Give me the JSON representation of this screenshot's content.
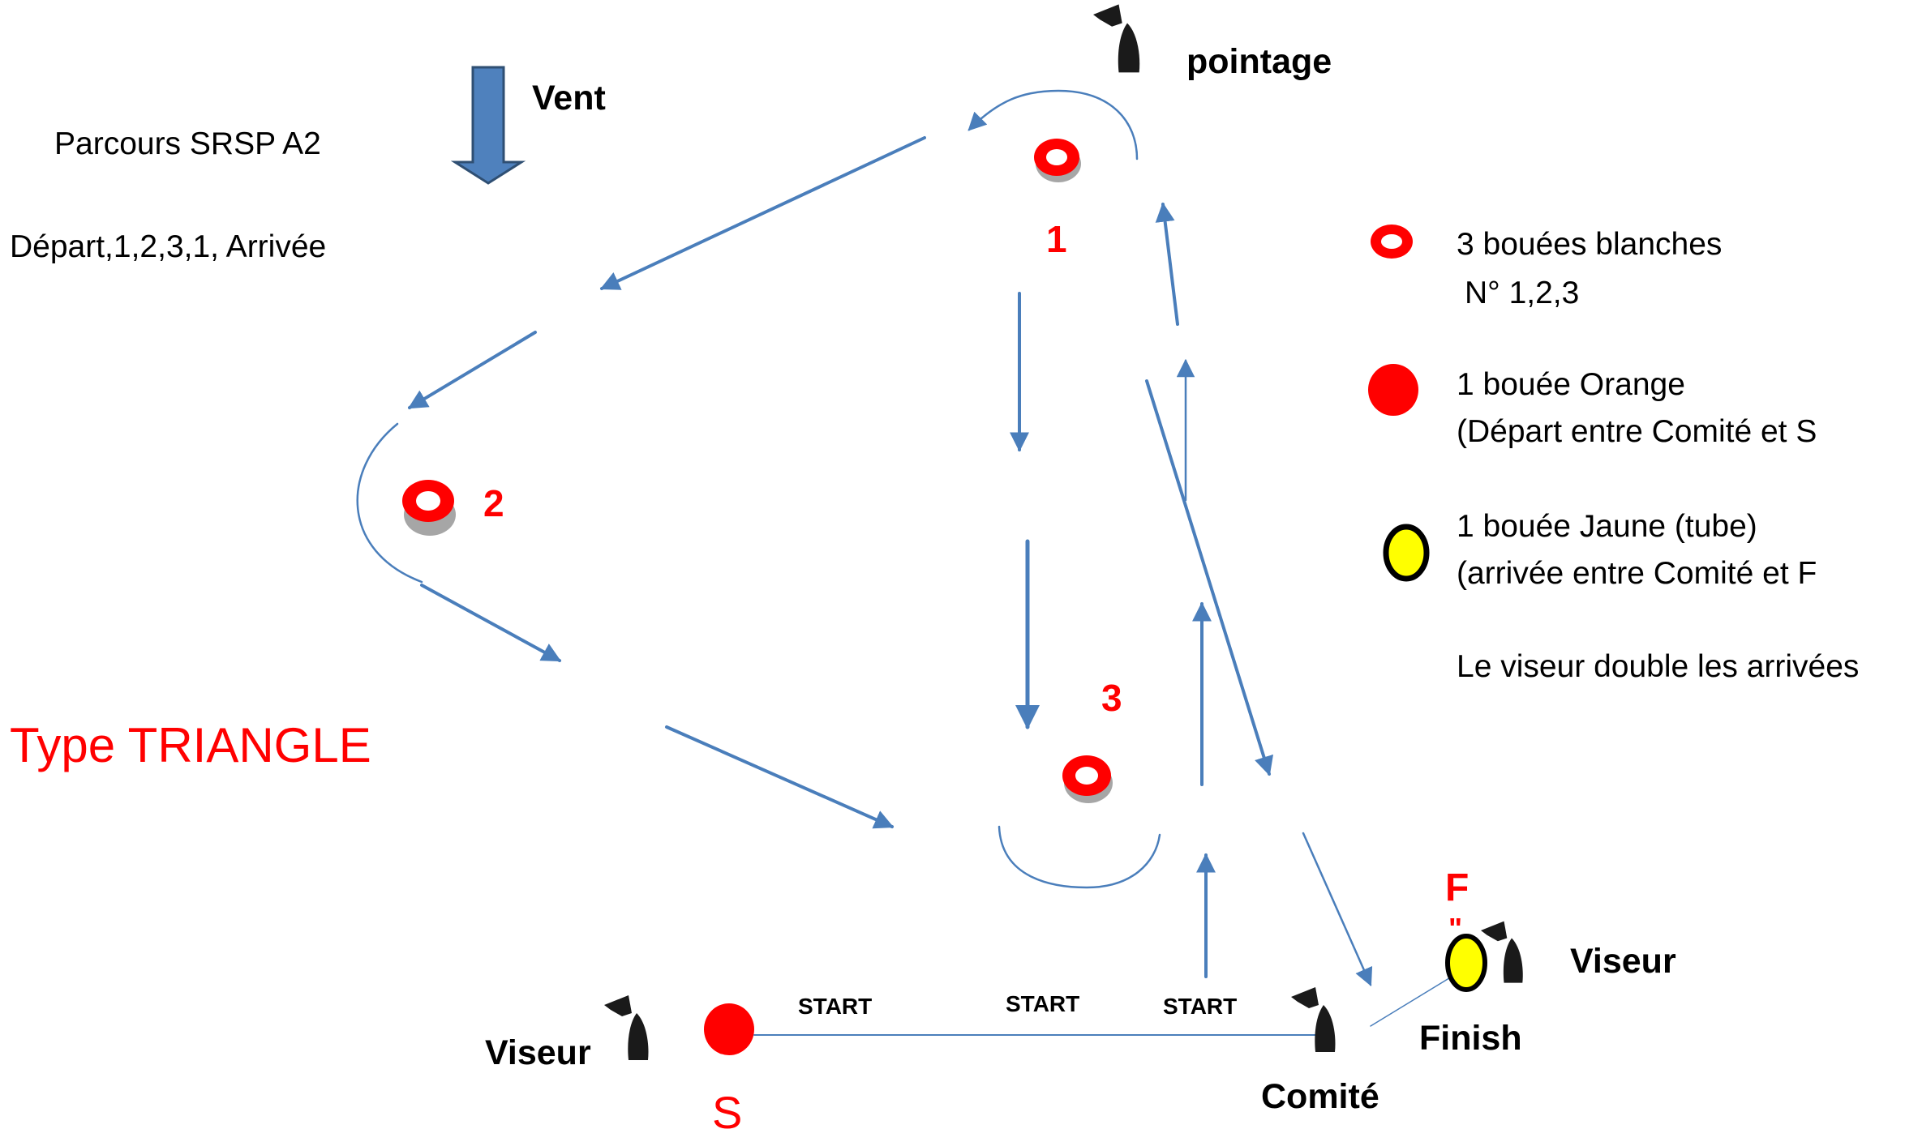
{
  "title": "Parcours SRSP  A2",
  "sequence": "Départ,1,2,3,1, Arrivée",
  "wind_label": "Vent",
  "course_type": "Type TRIANGLE",
  "pointage_label": "pointage",
  "marks": {
    "mark1": "1",
    "mark2": "2",
    "mark3": "3"
  },
  "start_labels": [
    "START",
    "START",
    "START"
  ],
  "start_buoy_label": "S",
  "finish_buoy_label": "F",
  "finish_buoy_quote": "\"",
  "comite_label": "Comité",
  "finish_label": "Finish",
  "viseur_left": "Viseur",
  "viseur_right": "Viseur",
  "legend": {
    "white_buoys": "3 bouées blanches",
    "white_buoys_numbers": "N° 1,2,3",
    "orange_buoy": "1 bouée   Orange",
    "orange_buoy_detail": "(Départ entre Comité et S",
    "yellow_buoy": "1 bouée Jaune (tube)",
    "yellow_buoy_detail": "(arrivée entre Comité et F",
    "viseur_note": "Le viseur double les arrivées"
  },
  "colors": {
    "arrow": "#4a7ebb",
    "buoy_red": "#ff0000",
    "buoy_yellow": "#ffff00",
    "text_red": "#ff0000",
    "boat": "#1a1a1a",
    "wind_arrow": "#4f81bd"
  }
}
